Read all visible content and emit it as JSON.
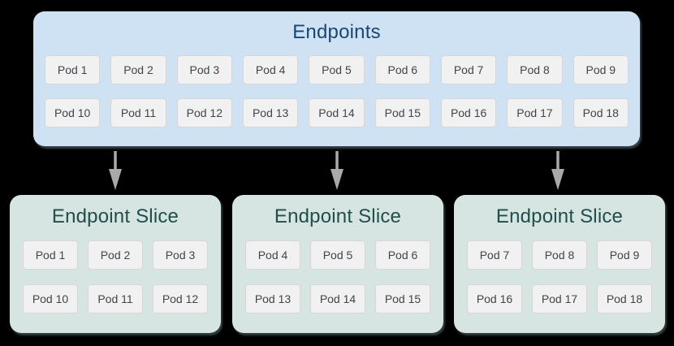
{
  "diagram": {
    "background_color": "#000000",
    "endpoints": {
      "title": "Endpoints",
      "fill_color": "#cfe2f4",
      "title_color": "#1a4676",
      "pods_row1": [
        "Pod 1",
        "Pod 2",
        "Pod 3",
        "Pod 4",
        "Pod 5",
        "Pod 6",
        "Pod 7",
        "Pod 8",
        "Pod 9"
      ],
      "pods_row2": [
        "Pod 10",
        "Pod 11",
        "Pod 12",
        "Pod 13",
        "Pod 14",
        "Pod 15",
        "Pod 16",
        "Pod 17",
        "Pod 18"
      ]
    },
    "arrow": {
      "color": "#a9a9a9",
      "direction": "down",
      "count": 3
    },
    "slices": [
      {
        "title": "Endpoint Slice",
        "fill_color": "#d6e4e2",
        "title_color": "#1f4e4b",
        "pods_row1": [
          "Pod 1",
          "Pod 2",
          "Pod 3"
        ],
        "pods_row2": [
          "Pod 10",
          "Pod 11",
          "Pod 12"
        ]
      },
      {
        "title": "Endpoint Slice",
        "fill_color": "#d6e4e2",
        "title_color": "#1f4e4b",
        "pods_row1": [
          "Pod 4",
          "Pod 5",
          "Pod 6"
        ],
        "pods_row2": [
          "Pod 13",
          "Pod 14",
          "Pod 15"
        ]
      },
      {
        "title": "Endpoint Slice",
        "fill_color": "#d6e4e2",
        "title_color": "#1f4e4b",
        "pods_row1": [
          "Pod 7",
          "Pod 8",
          "Pod 9"
        ],
        "pods_row2": [
          "Pod 16",
          "Pod 17",
          "Pod 18"
        ]
      }
    ],
    "pod_chip": {
      "fill_color": "#f1f1f1",
      "border_color": "#d6d6d6",
      "text_color": "#40454a"
    }
  }
}
